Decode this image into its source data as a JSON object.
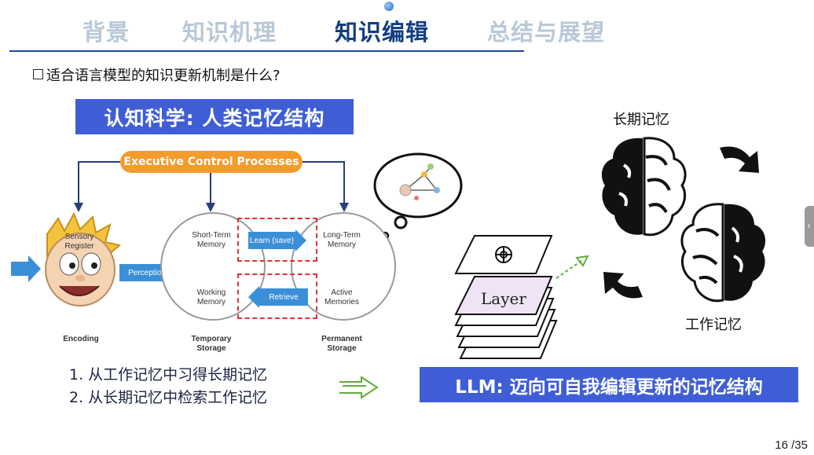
{
  "nav": {
    "tabs": [
      {
        "label": "背景"
      },
      {
        "label": "知识机理"
      },
      {
        "label": "知识编辑"
      },
      {
        "label": "总结与展望"
      }
    ]
  },
  "question": "适合语言模型的知识更新机制是什么?",
  "title_banner": "认知科学: 人类记忆结构",
  "diagram": {
    "executive": "Executive Control Processes",
    "sensory_register": "Sensory Register",
    "perception": "Perception",
    "short_term": "Short-Term Memory",
    "working_memory": "Working Memory",
    "learn": "Learn (save)",
    "retrieve": "Retrieve",
    "long_term": "Long-Term Memory",
    "active_memories": "Active Memories",
    "encoding": "Encoding",
    "temporary_storage": "Temporary Storage",
    "permanent_storage": "Permanent Storage"
  },
  "steps": [
    "1. 从工作记忆中习得长期记忆",
    "2. 从长期记忆中检索工作记忆"
  ],
  "right": {
    "long_term_label": "长期记忆",
    "working_label": "工作记忆",
    "layer_label": "Layer"
  },
  "llm_banner": "LLM: 迈向可自我编辑更新的记忆结构",
  "page": {
    "current": "16",
    "total": "/35"
  },
  "colors": {
    "accent": "#3f5ed6",
    "nav_active": "#123d80",
    "nav_inactive": "#b9c8d8",
    "orange": "#f39b2b",
    "arrow_blue": "#3a8fd8"
  }
}
